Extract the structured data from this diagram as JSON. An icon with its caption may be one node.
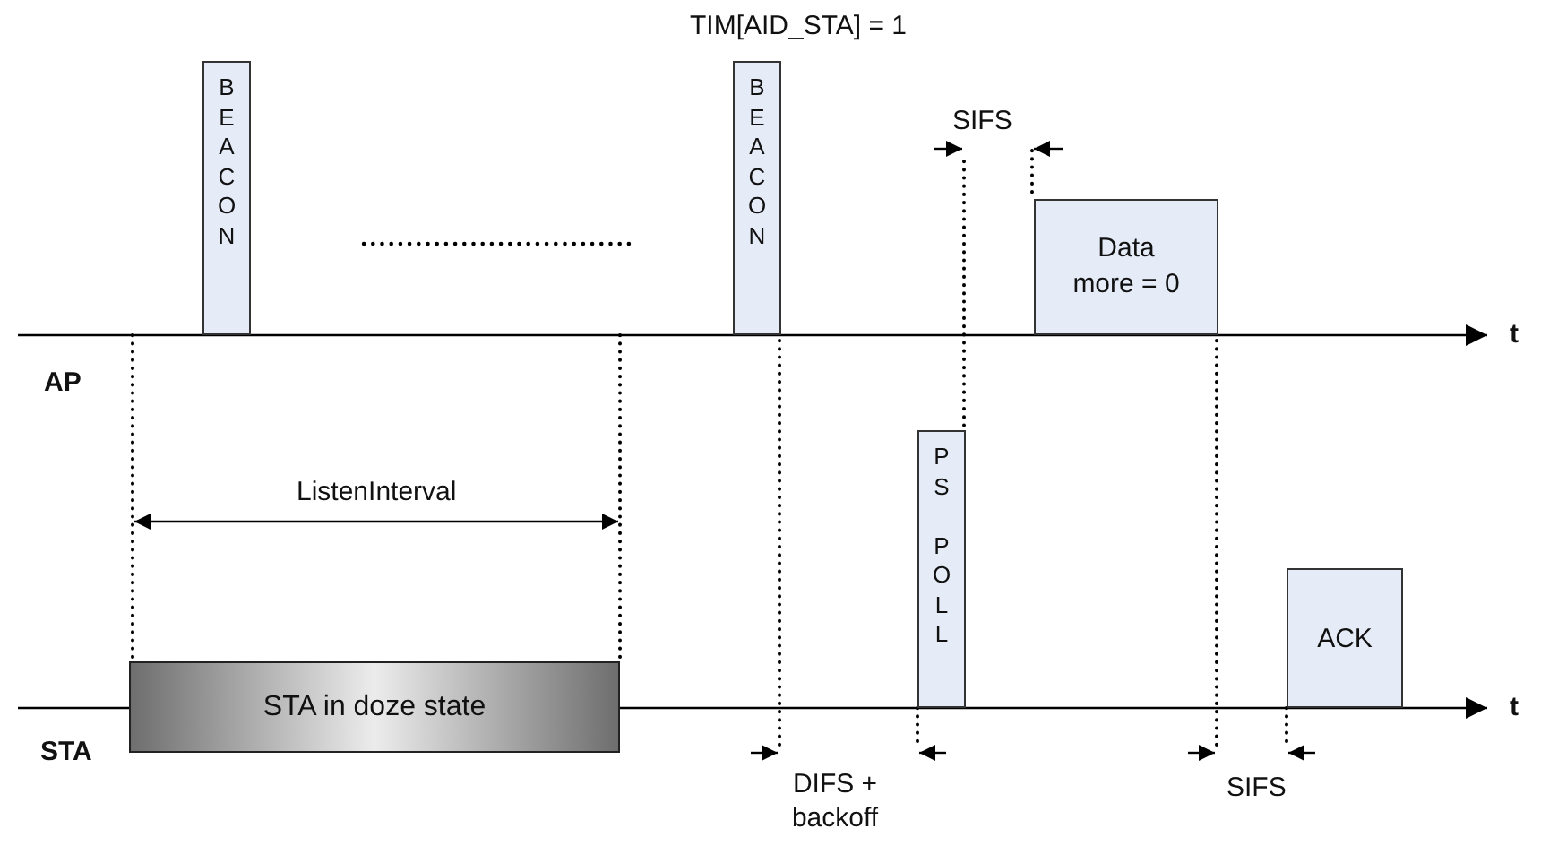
{
  "diagram": {
    "nodes": [
      {
        "text": [
          "BEACON"
        ]
      },
      {
        "text": [
          "BEACON"
        ],
        "beside": [
          "TIM[AID_STA] = 1"
        ]
      },
      {
        "text": [
          "Data more = 0"
        ]
      },
      {
        "text": [
          "PS POLL"
        ]
      },
      {
        "text": [
          "ACK"
        ]
      },
      {
        "text": [
          "STA in doze state"
        ]
      }
    ],
    "labels": [
      "SIFS",
      "t",
      "AP",
      "ListenInterval",
      "t",
      "STA",
      "DIFS + backoff",
      "SIFS"
    ]
  }
}
